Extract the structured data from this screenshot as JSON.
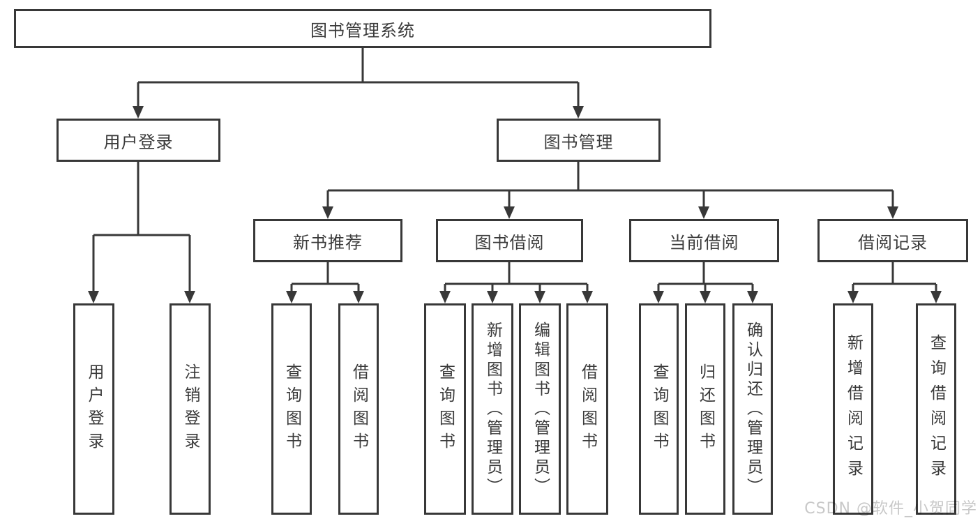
{
  "page": {
    "background": "#ffffff"
  },
  "tree": {
    "root": {
      "label": "图书管理系统"
    },
    "branches": [
      {
        "label": "用户登录",
        "children": [
          {
            "label": "用户登录"
          },
          {
            "label": "注销登录"
          }
        ]
      },
      {
        "label": "图书管理",
        "children": [
          {
            "label": "新书推荐",
            "children": [
              {
                "label": "查询图书"
              },
              {
                "label": "借阅图书"
              }
            ]
          },
          {
            "label": "图书借阅",
            "children": [
              {
                "label": "查询图书"
              },
              {
                "label": "新增图书（管理员）"
              },
              {
                "label": "编辑图书（管理员）"
              },
              {
                "label": "借阅图书"
              }
            ]
          },
          {
            "label": "当前借阅",
            "children": [
              {
                "label": "查询图书"
              },
              {
                "label": "归还图书"
              },
              {
                "label": "确认归还（管理员）"
              }
            ]
          },
          {
            "label": "借阅记录",
            "children": [
              {
                "label": "新增借阅记录"
              },
              {
                "label": "查询借阅记录"
              }
            ]
          }
        ]
      }
    ]
  },
  "watermark": {
    "text": "CSDN @软件_小贺同学"
  },
  "colors": {
    "line": "#383838",
    "box_border": "#383838",
    "text": "#3a3a3a",
    "watermark": "#c8c8c8",
    "background": "#ffffff"
  }
}
